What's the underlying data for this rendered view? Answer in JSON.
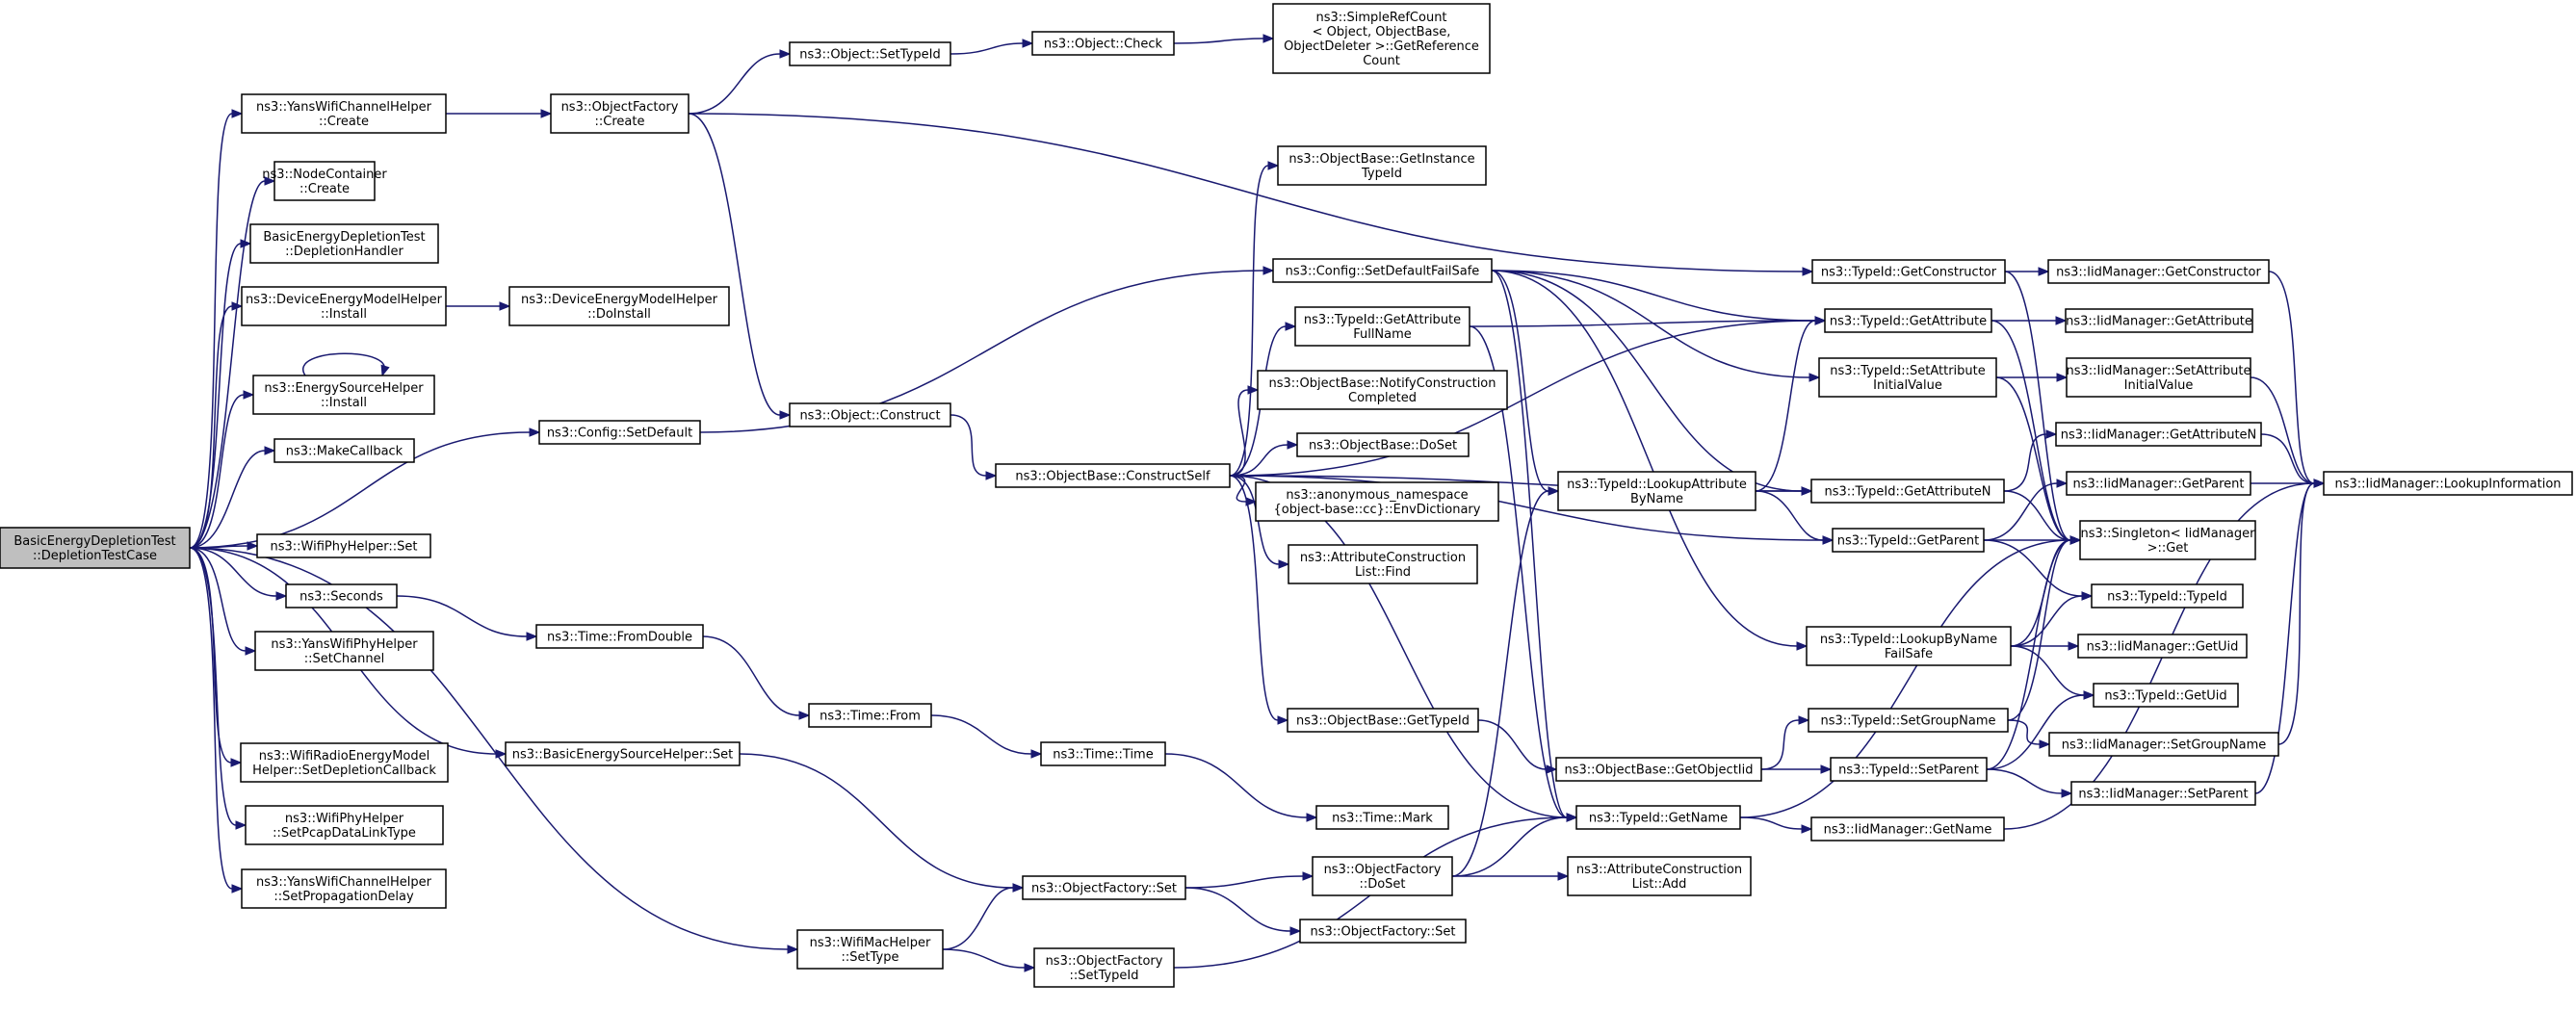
{
  "diagram": {
    "type": "call-graph",
    "edge_color": "#191970",
    "root_fill": "#bfbfbf",
    "nodes": [
      {
        "id": "root",
        "lines": [
          "BasicEnergyDepletionTest",
          "::DepletionTestCase"
        ],
        "root": true
      },
      {
        "id": "yans_create",
        "lines": [
          "ns3::YansWifiChannelHelper",
          "::Create"
        ]
      },
      {
        "id": "nc_create",
        "lines": [
          "ns3::NodeContainer",
          "::Create"
        ]
      },
      {
        "id": "dep_handler",
        "lines": [
          "BasicEnergyDepletionTest",
          "::DepletionHandler"
        ]
      },
      {
        "id": "demh_install",
        "lines": [
          "ns3::DeviceEnergyModelHelper",
          "::Install"
        ]
      },
      {
        "id": "esh_install",
        "lines": [
          "ns3::EnergySourceHelper",
          "::Install"
        ]
      },
      {
        "id": "makecb",
        "lines": [
          "ns3::MakeCallback"
        ]
      },
      {
        "id": "wph_set",
        "lines": [
          "ns3::WifiPhyHelper::Set"
        ]
      },
      {
        "id": "seconds",
        "lines": [
          "ns3::Seconds"
        ]
      },
      {
        "id": "ywph_setch",
        "lines": [
          "ns3::YansWifiPhyHelper",
          "::SetChannel"
        ]
      },
      {
        "id": "wrem",
        "lines": [
          "ns3::WifiRadioEnergyModel",
          "Helper::SetDepletionCallback"
        ]
      },
      {
        "id": "wph_pcap",
        "lines": [
          "ns3::WifiPhyHelper",
          "::SetPcapDataLinkType"
        ]
      },
      {
        "id": "ywch_prop",
        "lines": [
          "ns3::YansWifiChannelHelper",
          "::SetPropagationDelay"
        ]
      },
      {
        "id": "of_create",
        "lines": [
          "ns3::ObjectFactory",
          "::Create"
        ]
      },
      {
        "id": "demh_doinstall",
        "lines": [
          "ns3::DeviceEnergyModelHelper",
          "::DoInstall"
        ]
      },
      {
        "id": "cfg_setdefault",
        "lines": [
          "ns3::Config::SetDefault"
        ]
      },
      {
        "id": "time_fromdouble",
        "lines": [
          "ns3::Time::FromDouble"
        ]
      },
      {
        "id": "besh_set",
        "lines": [
          "ns3::BasicEnergySourceHelper::Set"
        ]
      },
      {
        "id": "wmh_settype",
        "lines": [
          "ns3::WifiMacHelper",
          "::SetType"
        ]
      },
      {
        "id": "obj_settypeid",
        "lines": [
          "ns3::Object::SetTypeId"
        ]
      },
      {
        "id": "obj_check",
        "lines": [
          "ns3::Object::Check"
        ]
      },
      {
        "id": "src_getref",
        "lines": [
          "ns3::SimpleRefCount",
          "< Object, ObjectBase,",
          "ObjectDeleter >::GetReference",
          "Count"
        ]
      },
      {
        "id": "obj_construct",
        "lines": [
          "ns3::Object::Construct"
        ]
      },
      {
        "id": "ob_constructself",
        "lines": [
          "ns3::ObjectBase::ConstructSelf"
        ]
      },
      {
        "id": "time_from",
        "lines": [
          "ns3::Time::From"
        ]
      },
      {
        "id": "time_time",
        "lines": [
          "ns3::Time::Time"
        ]
      },
      {
        "id": "of_set",
        "lines": [
          "ns3::ObjectFactory::Set"
        ]
      },
      {
        "id": "of_settypeid",
        "lines": [
          "ns3::ObjectFactory",
          "::SetTypeId"
        ]
      },
      {
        "id": "ob_getinstance",
        "lines": [
          "ns3::ObjectBase::GetInstance",
          "TypeId"
        ]
      },
      {
        "id": "cfg_setdefaultfs",
        "lines": [
          "ns3::Config::SetDefaultFailSafe"
        ]
      },
      {
        "id": "tid_getattrfull",
        "lines": [
          "ns3::TypeId::GetAttribute",
          "FullName"
        ]
      },
      {
        "id": "ob_notify",
        "lines": [
          "ns3::ObjectBase::NotifyConstruction",
          "Completed"
        ]
      },
      {
        "id": "ob_doset",
        "lines": [
          "ns3::ObjectBase::DoSet"
        ]
      },
      {
        "id": "anon_env",
        "lines": [
          "ns3::anonymous_namespace",
          "{object-base::cc}::EnvDictionary"
        ]
      },
      {
        "id": "acl_find",
        "lines": [
          "ns3::AttributeConstruction",
          "List::Find"
        ]
      },
      {
        "id": "ob_gettypeid",
        "lines": [
          "ns3::ObjectBase::GetTypeId"
        ]
      },
      {
        "id": "time_mark",
        "lines": [
          "ns3::Time::Mark"
        ]
      },
      {
        "id": "of_doset",
        "lines": [
          "ns3::ObjectFactory",
          "::DoSet"
        ]
      },
      {
        "id": "of_set2",
        "lines": [
          "ns3::ObjectFactory::Set"
        ]
      },
      {
        "id": "tid_lookupattr",
        "lines": [
          "ns3::TypeId::LookupAttribute",
          "ByName"
        ]
      },
      {
        "id": "ob_getobjectiid",
        "lines": [
          "ns3::ObjectBase::GetObjectIid"
        ]
      },
      {
        "id": "tid_getname",
        "lines": [
          "ns3::TypeId::GetName"
        ]
      },
      {
        "id": "acl_add",
        "lines": [
          "ns3::AttributeConstruction",
          "List::Add"
        ]
      },
      {
        "id": "tid_getconstructor",
        "lines": [
          "ns3::TypeId::GetConstructor"
        ]
      },
      {
        "id": "tid_getattribute",
        "lines": [
          "ns3::TypeId::GetAttribute"
        ]
      },
      {
        "id": "tid_setattrinit",
        "lines": [
          "ns3::TypeId::SetAttribute",
          "InitialValue"
        ]
      },
      {
        "id": "tid_getattrn",
        "lines": [
          "ns3::TypeId::GetAttributeN"
        ]
      },
      {
        "id": "tid_getparent",
        "lines": [
          "ns3::TypeId::GetParent"
        ]
      },
      {
        "id": "tid_lookupfs",
        "lines": [
          "ns3::TypeId::LookupByName",
          "FailSafe"
        ]
      },
      {
        "id": "tid_setgroupname",
        "lines": [
          "ns3::TypeId::SetGroupName"
        ]
      },
      {
        "id": "tid_setparent",
        "lines": [
          "ns3::TypeId::SetParent"
        ]
      },
      {
        "id": "iid_getname",
        "lines": [
          "ns3::IidManager::GetName"
        ]
      },
      {
        "id": "iid_getconstructor",
        "lines": [
          "ns3::IidManager::GetConstructor"
        ]
      },
      {
        "id": "iid_getattribute",
        "lines": [
          "ns3::IidManager::GetAttribute"
        ]
      },
      {
        "id": "iid_setattrinit",
        "lines": [
          "ns3::IidManager::SetAttribute",
          "InitialValue"
        ]
      },
      {
        "id": "iid_getattrn",
        "lines": [
          "ns3::IidManager::GetAttributeN"
        ]
      },
      {
        "id": "iid_getparent",
        "lines": [
          "ns3::IidManager::GetParent"
        ]
      },
      {
        "id": "singleton_get",
        "lines": [
          "ns3::Singleton< IidManager",
          ">::Get"
        ]
      },
      {
        "id": "tid_typeid",
        "lines": [
          "ns3::TypeId::TypeId"
        ]
      },
      {
        "id": "iid_getuid",
        "lines": [
          "ns3::IidManager::GetUid"
        ]
      },
      {
        "id": "tid_getuid",
        "lines": [
          "ns3::TypeId::GetUid"
        ]
      },
      {
        "id": "iid_setgroupname",
        "lines": [
          "ns3::IidManager::SetGroupName"
        ]
      },
      {
        "id": "iid_setparent",
        "lines": [
          "ns3::IidManager::SetParent"
        ]
      },
      {
        "id": "iid_lookupinfo",
        "lines": [
          "ns3::IidManager::LookupInformation"
        ]
      }
    ],
    "edges": [
      [
        "root",
        "yans_create"
      ],
      [
        "root",
        "nc_create"
      ],
      [
        "root",
        "dep_handler"
      ],
      [
        "root",
        "demh_install"
      ],
      [
        "root",
        "esh_install"
      ],
      [
        "root",
        "makecb"
      ],
      [
        "root",
        "wph_set"
      ],
      [
        "root",
        "seconds"
      ],
      [
        "root",
        "ywph_setch"
      ],
      [
        "root",
        "wrem"
      ],
      [
        "root",
        "wph_pcap"
      ],
      [
        "root",
        "ywch_prop"
      ],
      [
        "root",
        "cfg_setdefault"
      ],
      [
        "root",
        "besh_set"
      ],
      [
        "root",
        "wmh_settype"
      ],
      [
        "yans_create",
        "of_create"
      ],
      [
        "demh_install",
        "demh_doinstall"
      ],
      [
        "esh_install",
        "esh_install"
      ],
      [
        "seconds",
        "time_fromdouble"
      ],
      [
        "time_fromdouble",
        "time_from"
      ],
      [
        "time_from",
        "time_time"
      ],
      [
        "time_time",
        "time_mark"
      ],
      [
        "of_create",
        "obj_settypeid"
      ],
      [
        "of_create",
        "obj_construct"
      ],
      [
        "of_create",
        "tid_getconstructor"
      ],
      [
        "obj_settypeid",
        "obj_check"
      ],
      [
        "obj_check",
        "src_getref"
      ],
      [
        "obj_construct",
        "ob_constructself"
      ],
      [
        "cfg_setdefault",
        "cfg_setdefaultfs"
      ],
      [
        "besh_set",
        "of_set"
      ],
      [
        "wmh_settype",
        "of_set"
      ],
      [
        "wmh_settype",
        "of_settypeid"
      ],
      [
        "of_set",
        "of_doset"
      ],
      [
        "of_set",
        "of_set2"
      ],
      [
        "of_settypeid",
        "tid_getname"
      ],
      [
        "of_doset",
        "tid_lookupattr"
      ],
      [
        "of_doset",
        "tid_getname"
      ],
      [
        "of_doset",
        "acl_add"
      ],
      [
        "ob_constructself",
        "ob_getinstance"
      ],
      [
        "ob_constructself",
        "tid_getattribute"
      ],
      [
        "ob_constructself",
        "tid_getattrfull"
      ],
      [
        "ob_constructself",
        "ob_notify"
      ],
      [
        "ob_constructself",
        "ob_doset"
      ],
      [
        "ob_constructself",
        "anon_env"
      ],
      [
        "ob_constructself",
        "acl_find"
      ],
      [
        "ob_constructself",
        "ob_gettypeid"
      ],
      [
        "ob_constructself",
        "tid_getattrn"
      ],
      [
        "ob_constructself",
        "tid_getparent"
      ],
      [
        "ob_constructself",
        "tid_getname"
      ],
      [
        "cfg_setdefaultfs",
        "tid_getattribute"
      ],
      [
        "cfg_setdefaultfs",
        "tid_setattrinit"
      ],
      [
        "cfg_setdefaultfs",
        "tid_lookupattr"
      ],
      [
        "cfg_setdefaultfs",
        "tid_getattrn"
      ],
      [
        "cfg_setdefaultfs",
        "tid_lookupfs"
      ],
      [
        "cfg_setdefaultfs",
        "tid_getname"
      ],
      [
        "tid_getattrfull",
        "tid_getattribute"
      ],
      [
        "tid_getattrfull",
        "tid_getname"
      ],
      [
        "ob_gettypeid",
        "ob_getobjectiid"
      ],
      [
        "ob_getobjectiid",
        "tid_setgroupname"
      ],
      [
        "ob_getobjectiid",
        "tid_setparent"
      ],
      [
        "tid_lookupattr",
        "tid_getattribute"
      ],
      [
        "tid_lookupattr",
        "tid_getattrn"
      ],
      [
        "tid_lookupattr",
        "tid_getparent"
      ],
      [
        "tid_getname",
        "iid_getname"
      ],
      [
        "tid_getname",
        "singleton_get"
      ],
      [
        "tid_getconstructor",
        "iid_getconstructor"
      ],
      [
        "tid_getconstructor",
        "singleton_get"
      ],
      [
        "tid_getattribute",
        "iid_getattribute"
      ],
      [
        "tid_getattribute",
        "singleton_get"
      ],
      [
        "tid_setattrinit",
        "iid_setattrinit"
      ],
      [
        "tid_setattrinit",
        "singleton_get"
      ],
      [
        "tid_getattrn",
        "iid_getattrn"
      ],
      [
        "tid_getattrn",
        "singleton_get"
      ],
      [
        "tid_getparent",
        "iid_getparent"
      ],
      [
        "tid_getparent",
        "singleton_get"
      ],
      [
        "tid_getparent",
        "tid_typeid"
      ],
      [
        "tid_lookupfs",
        "singleton_get"
      ],
      [
        "tid_lookupfs",
        "tid_typeid"
      ],
      [
        "tid_lookupfs",
        "iid_getuid"
      ],
      [
        "tid_lookupfs",
        "tid_getuid"
      ],
      [
        "tid_setgroupname",
        "singleton_get"
      ],
      [
        "tid_setgroupname",
        "iid_setgroupname"
      ],
      [
        "tid_setparent",
        "singleton_get"
      ],
      [
        "tid_setparent",
        "tid_getuid"
      ],
      [
        "tid_setparent",
        "iid_setparent"
      ],
      [
        "iid_getname",
        "iid_lookupinfo"
      ],
      [
        "iid_getconstructor",
        "iid_lookupinfo"
      ],
      [
        "iid_setattrinit",
        "iid_lookupinfo"
      ],
      [
        "iid_getattrn",
        "iid_lookupinfo"
      ],
      [
        "iid_getparent",
        "iid_lookupinfo"
      ],
      [
        "iid_setgroupname",
        "iid_lookupinfo"
      ],
      [
        "iid_setparent",
        "iid_lookupinfo"
      ]
    ]
  }
}
